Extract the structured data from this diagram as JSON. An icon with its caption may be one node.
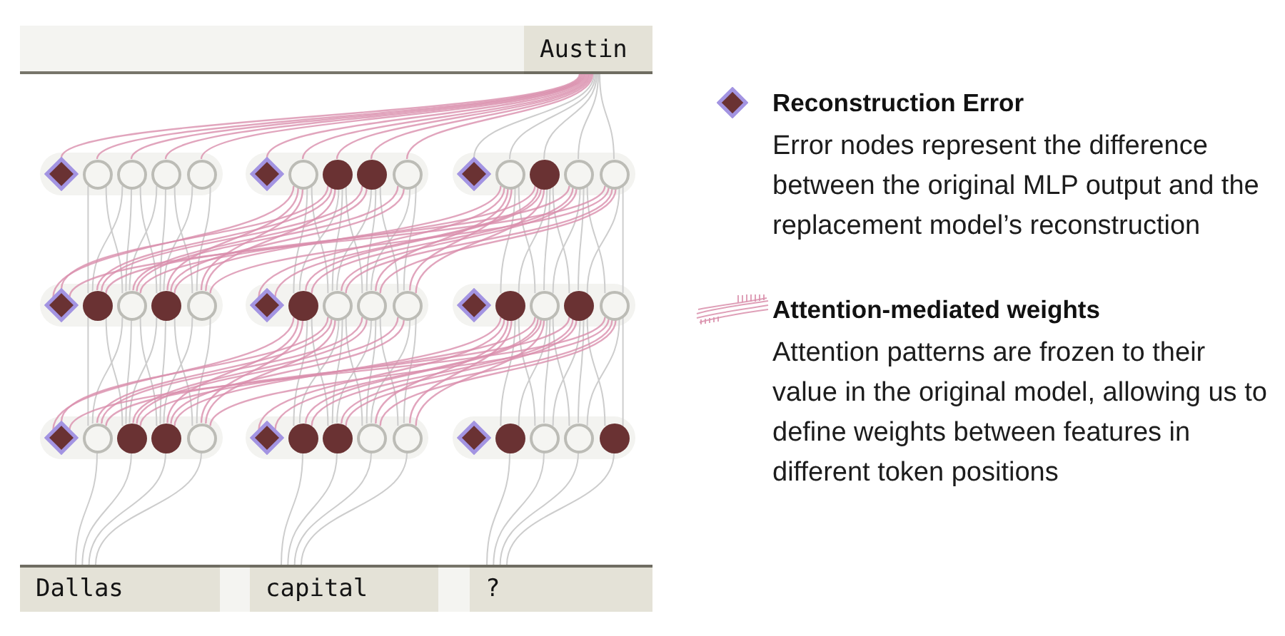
{
  "diagram": {
    "nodes": [
      {
        "text": [],
        "shape": "bar"
      },
      {
        "text": [
          "Austin"
        ],
        "in": 0
      },
      {
        "text": [],
        "shape": "pill"
      },
      {
        "text": [],
        "shape": "diamond",
        "in": 2
      },
      {
        "text": [],
        "shape": "circle",
        "in": 2
      },
      {
        "text": [],
        "shape": "circle",
        "in": 2
      },
      {
        "text": [],
        "shape": "circle",
        "in": 2
      },
      {
        "text": [],
        "shape": "circle",
        "in": 2
      },
      {
        "text": [],
        "shape": "pill"
      },
      {
        "text": [],
        "shape": "diamond",
        "in": 8
      },
      {
        "text": [],
        "shape": "circle",
        "in": 8
      },
      {
        "text": [],
        "shape": "dot",
        "in": 8
      },
      {
        "text": [],
        "shape": "dot",
        "in": 8
      },
      {
        "text": [],
        "shape": "circle",
        "in": 8
      },
      {
        "text": [],
        "shape": "pill"
      },
      {
        "text": [],
        "shape": "diamond",
        "in": 14
      },
      {
        "text": [],
        "shape": "circle",
        "in": 14
      },
      {
        "text": [],
        "shape": "dot",
        "in": 14
      },
      {
        "text": [],
        "shape": "circle",
        "in": 14
      },
      {
        "text": [],
        "shape": "circle",
        "in": 14
      },
      {
        "text": [],
        "shape": "pill"
      },
      {
        "text": [],
        "shape": "diamond",
        "in": 20
      },
      {
        "text": [],
        "shape": "dot",
        "in": 20
      },
      {
        "text": [],
        "shape": "circle",
        "in": 20
      },
      {
        "text": [],
        "shape": "dot",
        "in": 20
      },
      {
        "text": [],
        "shape": "circle",
        "in": 20
      },
      {
        "text": [],
        "shape": "pill"
      },
      {
        "text": [],
        "shape": "diamond",
        "in": 26
      },
      {
        "text": [],
        "shape": "dot",
        "in": 26
      },
      {
        "text": [],
        "shape": "circle",
        "in": 26
      },
      {
        "text": [],
        "shape": "circle",
        "in": 26
      },
      {
        "text": [],
        "shape": "circle",
        "in": 26
      },
      {
        "text": [],
        "shape": "pill"
      },
      {
        "text": [],
        "shape": "diamond",
        "in": 32
      },
      {
        "text": [],
        "shape": "dot",
        "in": 32
      },
      {
        "text": [],
        "shape": "circle",
        "in": 32
      },
      {
        "text": [],
        "shape": "dot",
        "in": 32
      },
      {
        "text": [],
        "shape": "circle",
        "in": 32
      },
      {
        "text": [],
        "shape": "pill"
      },
      {
        "text": [],
        "shape": "diamond",
        "in": 38
      },
      {
        "text": [],
        "shape": "circle",
        "in": 38
      },
      {
        "text": [],
        "shape": "dot",
        "in": 38
      },
      {
        "text": [],
        "shape": "dot",
        "in": 38
      },
      {
        "text": [],
        "shape": "circle",
        "in": 38
      },
      {
        "text": [],
        "shape": "pill"
      },
      {
        "text": [],
        "shape": "diamond",
        "in": 44
      },
      {
        "text": [],
        "shape": "dot",
        "in": 44
      },
      {
        "text": [],
        "shape": "dot",
        "in": 44
      },
      {
        "text": [],
        "shape": "circle",
        "in": 44
      },
      {
        "text": [],
        "shape": "circle",
        "in": 44
      },
      {
        "text": [],
        "shape": "pill"
      },
      {
        "text": [],
        "shape": "diamond",
        "in": 50
      },
      {
        "text": [],
        "shape": "dot",
        "in": 50
      },
      {
        "text": [],
        "shape": "circle",
        "in": 50
      },
      {
        "text": [],
        "shape": "circle",
        "in": 50
      },
      {
        "text": [],
        "shape": "dot",
        "in": 50
      },
      {
        "text": [],
        "shape": "bar"
      },
      {
        "text": [
          "Dallas"
        ],
        "in": 56
      },
      {
        "text": [
          "capital"
        ],
        "in": 56
      },
      {
        "text": [
          "?"
        ],
        "in": 56
      }
    ],
    "edges": [
      {
        "from": 57,
        "to": 40,
        "arrow": "none"
      },
      {
        "from": 57,
        "to": 41,
        "arrow": "none"
      },
      {
        "from": 57,
        "to": 42,
        "arrow": "none"
      },
      {
        "from": 57,
        "to": 43,
        "arrow": "none"
      },
      {
        "from": 58,
        "to": 46,
        "arrow": "none"
      },
      {
        "from": 58,
        "to": 47,
        "arrow": "none"
      },
      {
        "from": 58,
        "to": 48,
        "arrow": "none"
      },
      {
        "from": 58,
        "to": 49,
        "arrow": "none"
      },
      {
        "from": 59,
        "to": 52,
        "arrow": "none"
      },
      {
        "from": 59,
        "to": 53,
        "arrow": "none"
      },
      {
        "from": 59,
        "to": 54,
        "arrow": "none"
      },
      {
        "from": 59,
        "to": 55,
        "arrow": "none"
      },
      {
        "from": 40,
        "to": 22,
        "arrow": "none"
      },
      {
        "from": 41,
        "to": 23,
        "arrow": "none"
      },
      {
        "from": 42,
        "to": 24,
        "arrow": "none"
      },
      {
        "from": 43,
        "to": 25,
        "arrow": "none"
      },
      {
        "from": 40,
        "to": 23,
        "arrow": "none"
      },
      {
        "from": 41,
        "to": 24,
        "arrow": "none"
      },
      {
        "from": 42,
        "to": 25,
        "arrow": "none"
      },
      {
        "from": 41,
        "to": 22,
        "arrow": "none"
      },
      {
        "from": 42,
        "to": 23,
        "arrow": "none"
      },
      {
        "from": 43,
        "to": 24,
        "arrow": "none"
      },
      {
        "from": 46,
        "to": 28,
        "arrow": "none"
      },
      {
        "from": 47,
        "to": 29,
        "arrow": "none"
      },
      {
        "from": 48,
        "to": 30,
        "arrow": "none"
      },
      {
        "from": 49,
        "to": 31,
        "arrow": "none"
      },
      {
        "from": 46,
        "to": 29,
        "arrow": "none"
      },
      {
        "from": 47,
        "to": 30,
        "arrow": "none"
      },
      {
        "from": 48,
        "to": 31,
        "arrow": "none"
      },
      {
        "from": 47,
        "to": 28,
        "arrow": "none"
      },
      {
        "from": 48,
        "to": 29,
        "arrow": "none"
      },
      {
        "from": 49,
        "to": 30,
        "arrow": "none"
      },
      {
        "from": 52,
        "to": 34,
        "arrow": "none"
      },
      {
        "from": 53,
        "to": 35,
        "arrow": "none"
      },
      {
        "from": 54,
        "to": 36,
        "arrow": "none"
      },
      {
        "from": 55,
        "to": 37,
        "arrow": "none"
      },
      {
        "from": 52,
        "to": 35,
        "arrow": "none"
      },
      {
        "from": 53,
        "to": 36,
        "arrow": "none"
      },
      {
        "from": 54,
        "to": 37,
        "arrow": "none"
      },
      {
        "from": 53,
        "to": 34,
        "arrow": "none"
      },
      {
        "from": 54,
        "to": 35,
        "arrow": "none"
      },
      {
        "from": 55,
        "to": 36,
        "arrow": "none"
      },
      {
        "from": 22,
        "to": 4,
        "arrow": "none"
      },
      {
        "from": 23,
        "to": 5,
        "arrow": "none"
      },
      {
        "from": 24,
        "to": 6,
        "arrow": "none"
      },
      {
        "from": 25,
        "to": 7,
        "arrow": "none"
      },
      {
        "from": 22,
        "to": 5,
        "arrow": "none"
      },
      {
        "from": 23,
        "to": 6,
        "arrow": "none"
      },
      {
        "from": 24,
        "to": 7,
        "arrow": "none"
      },
      {
        "from": 23,
        "to": 4,
        "arrow": "none"
      },
      {
        "from": 24,
        "to": 5,
        "arrow": "none"
      },
      {
        "from": 25,
        "to": 6,
        "arrow": "none"
      },
      {
        "from": 28,
        "to": 10,
        "arrow": "none"
      },
      {
        "from": 29,
        "to": 11,
        "arrow": "none"
      },
      {
        "from": 30,
        "to": 12,
        "arrow": "none"
      },
      {
        "from": 31,
        "to": 13,
        "arrow": "none"
      },
      {
        "from": 28,
        "to": 11,
        "arrow": "none"
      },
      {
        "from": 29,
        "to": 12,
        "arrow": "none"
      },
      {
        "from": 30,
        "to": 13,
        "arrow": "none"
      },
      {
        "from": 29,
        "to": 10,
        "arrow": "none"
      },
      {
        "from": 30,
        "to": 11,
        "arrow": "none"
      },
      {
        "from": 31,
        "to": 12,
        "arrow": "none"
      },
      {
        "from": 34,
        "to": 16,
        "arrow": "none"
      },
      {
        "from": 35,
        "to": 17,
        "arrow": "none"
      },
      {
        "from": 36,
        "to": 18,
        "arrow": "none"
      },
      {
        "from": 37,
        "to": 19,
        "arrow": "none"
      },
      {
        "from": 34,
        "to": 17,
        "arrow": "none"
      },
      {
        "from": 35,
        "to": 18,
        "arrow": "none"
      },
      {
        "from": 36,
        "to": 19,
        "arrow": "none"
      },
      {
        "from": 35,
        "to": 16,
        "arrow": "none"
      },
      {
        "from": 36,
        "to": 17,
        "arrow": "none"
      },
      {
        "from": 37,
        "to": 18,
        "arrow": "none"
      },
      {
        "from": 15,
        "to": 1,
        "arrow": "none"
      },
      {
        "from": 16,
        "to": 1,
        "arrow": "none"
      },
      {
        "from": 17,
        "to": 1,
        "arrow": "none"
      },
      {
        "from": 18,
        "to": 1,
        "arrow": "none"
      },
      {
        "from": 19,
        "to": 1,
        "arrow": "none"
      },
      {
        "from": 39,
        "to": 28,
        "arrow": "none",
        "color": "#d98fac"
      },
      {
        "from": 40,
        "to": 29,
        "arrow": "none",
        "color": "#d98fac"
      },
      {
        "from": 41,
        "to": 30,
        "arrow": "none",
        "color": "#d98fac"
      },
      {
        "from": 42,
        "to": 31,
        "arrow": "none",
        "color": "#d98fac"
      },
      {
        "from": 43,
        "to": 28,
        "arrow": "none",
        "color": "#d98fac"
      },
      {
        "from": 45,
        "to": 34,
        "arrow": "none",
        "color": "#d98fac"
      },
      {
        "from": 46,
        "to": 35,
        "arrow": "none",
        "color": "#d98fac"
      },
      {
        "from": 47,
        "to": 36,
        "arrow": "none",
        "color": "#d98fac"
      },
      {
        "from": 48,
        "to": 37,
        "arrow": "none",
        "color": "#d98fac"
      },
      {
        "from": 49,
        "to": 34,
        "arrow": "none",
        "color": "#d98fac"
      },
      {
        "from": 39,
        "to": 37,
        "arrow": "none",
        "color": "#d98fac"
      },
      {
        "from": 40,
        "to": 36,
        "arrow": "none",
        "color": "#d98fac"
      },
      {
        "from": 41,
        "to": 35,
        "arrow": "none",
        "color": "#d98fac"
      },
      {
        "from": 42,
        "to": 34,
        "arrow": "none",
        "color": "#d98fac"
      },
      {
        "from": 43,
        "to": 37,
        "arrow": "none",
        "color": "#d98fac"
      },
      {
        "from": 39,
        "to": 29,
        "arrow": "none",
        "color": "#d98fac"
      },
      {
        "from": 40,
        "to": 30,
        "arrow": "none",
        "color": "#d98fac"
      },
      {
        "from": 41,
        "to": 31,
        "arrow": "none",
        "color": "#d98fac"
      },
      {
        "from": 42,
        "to": 28,
        "arrow": "none",
        "color": "#d98fac"
      },
      {
        "from": 43,
        "to": 29,
        "arrow": "none",
        "color": "#d98fac"
      },
      {
        "from": 45,
        "to": 35,
        "arrow": "none",
        "color": "#d98fac"
      },
      {
        "from": 46,
        "to": 36,
        "arrow": "none",
        "color": "#d98fac"
      },
      {
        "from": 47,
        "to": 37,
        "arrow": "none",
        "color": "#d98fac"
      },
      {
        "from": 48,
        "to": 34,
        "arrow": "none",
        "color": "#d98fac"
      },
      {
        "from": 49,
        "to": 35,
        "arrow": "none",
        "color": "#d98fac"
      },
      {
        "from": 21,
        "to": 10,
        "arrow": "none",
        "color": "#d98fac"
      },
      {
        "from": 22,
        "to": 11,
        "arrow": "none",
        "color": "#d98fac"
      },
      {
        "from": 23,
        "to": 12,
        "arrow": "none",
        "color": "#d98fac"
      },
      {
        "from": 24,
        "to": 13,
        "arrow": "none",
        "color": "#d98fac"
      },
      {
        "from": 25,
        "to": 10,
        "arrow": "none",
        "color": "#d98fac"
      },
      {
        "from": 27,
        "to": 16,
        "arrow": "none",
        "color": "#d98fac"
      },
      {
        "from": 28,
        "to": 17,
        "arrow": "none",
        "color": "#d98fac"
      },
      {
        "from": 29,
        "to": 18,
        "arrow": "none",
        "color": "#d98fac"
      },
      {
        "from": 30,
        "to": 19,
        "arrow": "none",
        "color": "#d98fac"
      },
      {
        "from": 31,
        "to": 16,
        "arrow": "none",
        "color": "#d98fac"
      },
      {
        "from": 21,
        "to": 19,
        "arrow": "none",
        "color": "#d98fac"
      },
      {
        "from": 22,
        "to": 18,
        "arrow": "none",
        "color": "#d98fac"
      },
      {
        "from": 23,
        "to": 17,
        "arrow": "none",
        "color": "#d98fac"
      },
      {
        "from": 24,
        "to": 16,
        "arrow": "none",
        "color": "#d98fac"
      },
      {
        "from": 25,
        "to": 19,
        "arrow": "none",
        "color": "#d98fac"
      },
      {
        "from": 21,
        "to": 11,
        "arrow": "none",
        "color": "#d98fac"
      },
      {
        "from": 22,
        "to": 12,
        "arrow": "none",
        "color": "#d98fac"
      },
      {
        "from": 23,
        "to": 13,
        "arrow": "none",
        "color": "#d98fac"
      },
      {
        "from": 24,
        "to": 10,
        "arrow": "none",
        "color": "#d98fac"
      },
      {
        "from": 25,
        "to": 11,
        "arrow": "none",
        "color": "#d98fac"
      },
      {
        "from": 27,
        "to": 17,
        "arrow": "none",
        "color": "#d98fac"
      },
      {
        "from": 28,
        "to": 18,
        "arrow": "none",
        "color": "#d98fac"
      },
      {
        "from": 29,
        "to": 19,
        "arrow": "none",
        "color": "#d98fac"
      },
      {
        "from": 30,
        "to": 16,
        "arrow": "none",
        "color": "#d98fac"
      },
      {
        "from": 31,
        "to": 17,
        "arrow": "none",
        "color": "#d98fac"
      },
      {
        "from": 3,
        "to": 1,
        "arrow": "none",
        "color": "#d98fac"
      },
      {
        "from": 4,
        "to": 1,
        "arrow": "none",
        "color": "#d98fac"
      },
      {
        "from": 5,
        "to": 1,
        "arrow": "none",
        "color": "#d98fac"
      },
      {
        "from": 6,
        "to": 1,
        "arrow": "none",
        "color": "#d98fac"
      },
      {
        "from": 7,
        "to": 1,
        "arrow": "none",
        "color": "#d98fac"
      },
      {
        "from": 9,
        "to": 1,
        "arrow": "none",
        "color": "#d98fac"
      },
      {
        "from": 10,
        "to": 1,
        "arrow": "none",
        "color": "#d98fac"
      },
      {
        "from": 11,
        "to": 1,
        "arrow": "none",
        "color": "#d98fac"
      },
      {
        "from": 12,
        "to": 1,
        "arrow": "none",
        "color": "#d98fac"
      },
      {
        "from": 13,
        "to": 1,
        "arrow": "none",
        "color": "#d98fac"
      }
    ],
    "labels": [
      "Error nodes represent the difference between the original MLP output and the replacement model’s reconstruction",
      "Attention patterns are frozen to their value in the original model, allowing us to define weights between features in different token positions"
    ],
    "legend": [
      {
        "text": "Reconstruction Error"
      },
      {
        "text": "Attention-mediated weights"
      }
    ]
  }
}
